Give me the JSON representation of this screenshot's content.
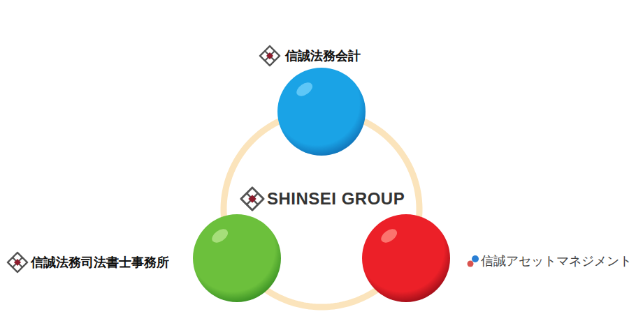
{
  "diagram": {
    "nodes": [
      {
        "text": [
          "信誠法務会計"
        ]
      },
      {
        "text": [
          "信誠法務司法書士事務所"
        ]
      },
      {
        "text": [
          "信誠アセットマネジメント"
        ]
      }
    ],
    "edges": [
      {
        "from": 0,
        "to": 2,
        "arrow": "none"
      },
      {
        "from": 2,
        "to": 1,
        "arrow": "none"
      },
      {
        "from": 1,
        "to": 0,
        "arrow": "none"
      }
    ],
    "labels": [
      "SHINSEI GROUP"
    ]
  }
}
